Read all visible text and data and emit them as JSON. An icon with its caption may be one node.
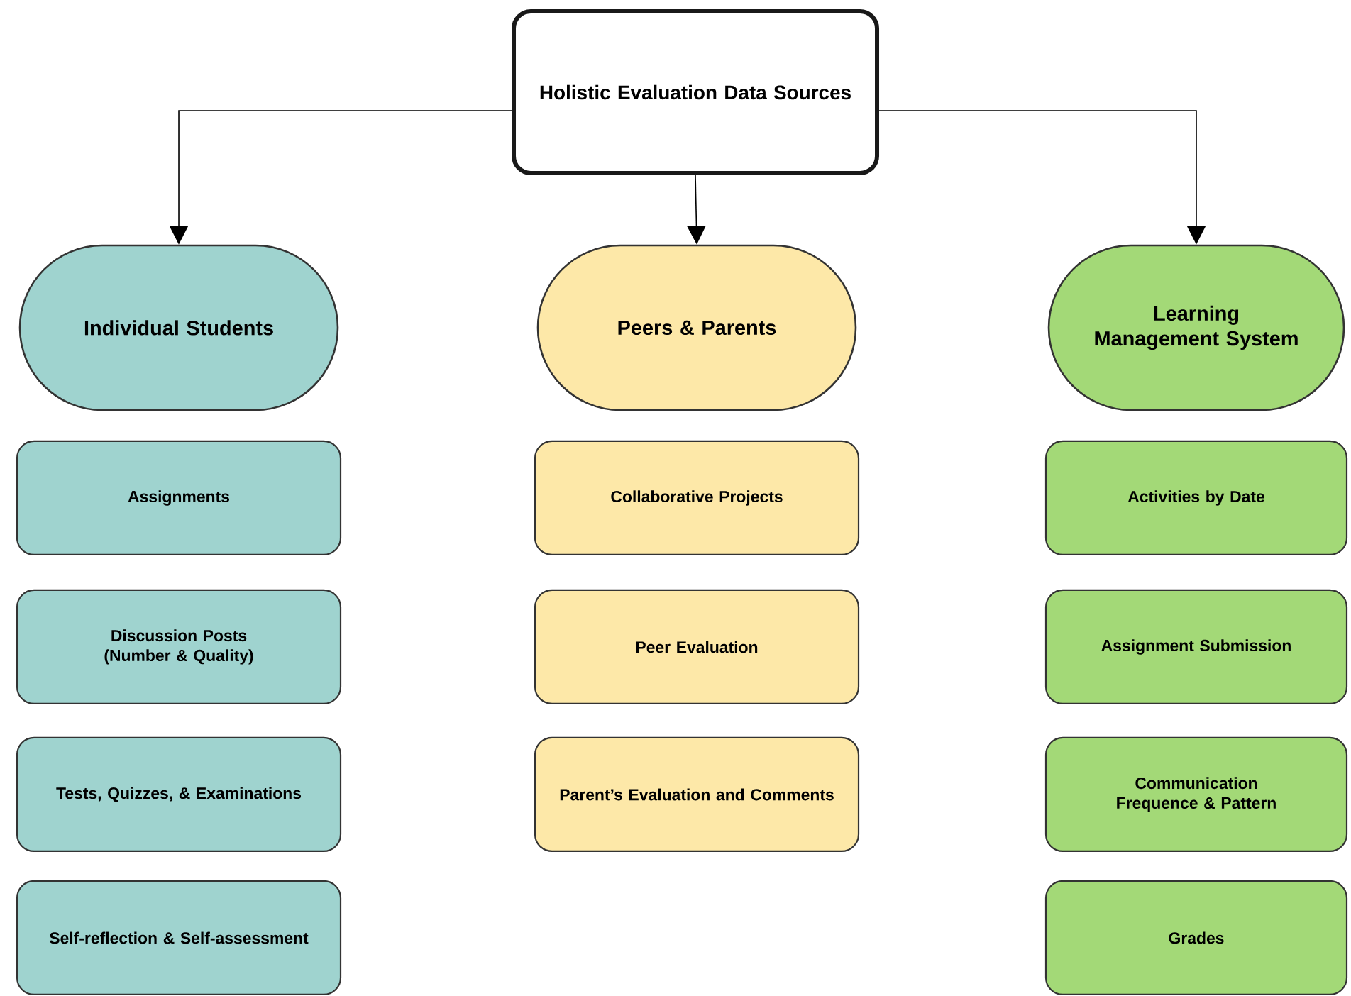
{
  "diagram": {
    "nodes": [
      {
        "text": [
          "Holistic Evaluation Data Sources"
        ]
      },
      {
        "text": [
          "Individual Students"
        ]
      },
      {
        "text": [
          "Peers & Parents"
        ]
      },
      {
        "text": [
          "Learning Management System"
        ]
      },
      {
        "text": [
          "Assignments"
        ]
      },
      {
        "text": [
          "Discussion Posts (Number & Quality)"
        ]
      },
      {
        "text": [
          "Tests, Quizzes, & Examinations"
        ]
      },
      {
        "text": [
          "Self-reflection & Self-assessment"
        ]
      },
      {
        "text": [
          "Collaborative Projects"
        ]
      },
      {
        "text": [
          "Peer Evaluation"
        ]
      },
      {
        "text": [
          "Parent’s Evaluation and Comments"
        ]
      },
      {
        "text": [
          "Activities by Date"
        ]
      },
      {
        "text": [
          "Assignment Submission"
        ]
      },
      {
        "text": [
          "Communication Frequence & Pattern"
        ]
      },
      {
        "text": [
          "Grades"
        ]
      }
    ],
    "edges": [
      {
        "from": 0,
        "to": 1,
        "arrow": "to"
      },
      {
        "from": 0,
        "to": 2,
        "arrow": "to"
      },
      {
        "from": 0,
        "to": 3,
        "arrow": "to"
      }
    ]
  }
}
